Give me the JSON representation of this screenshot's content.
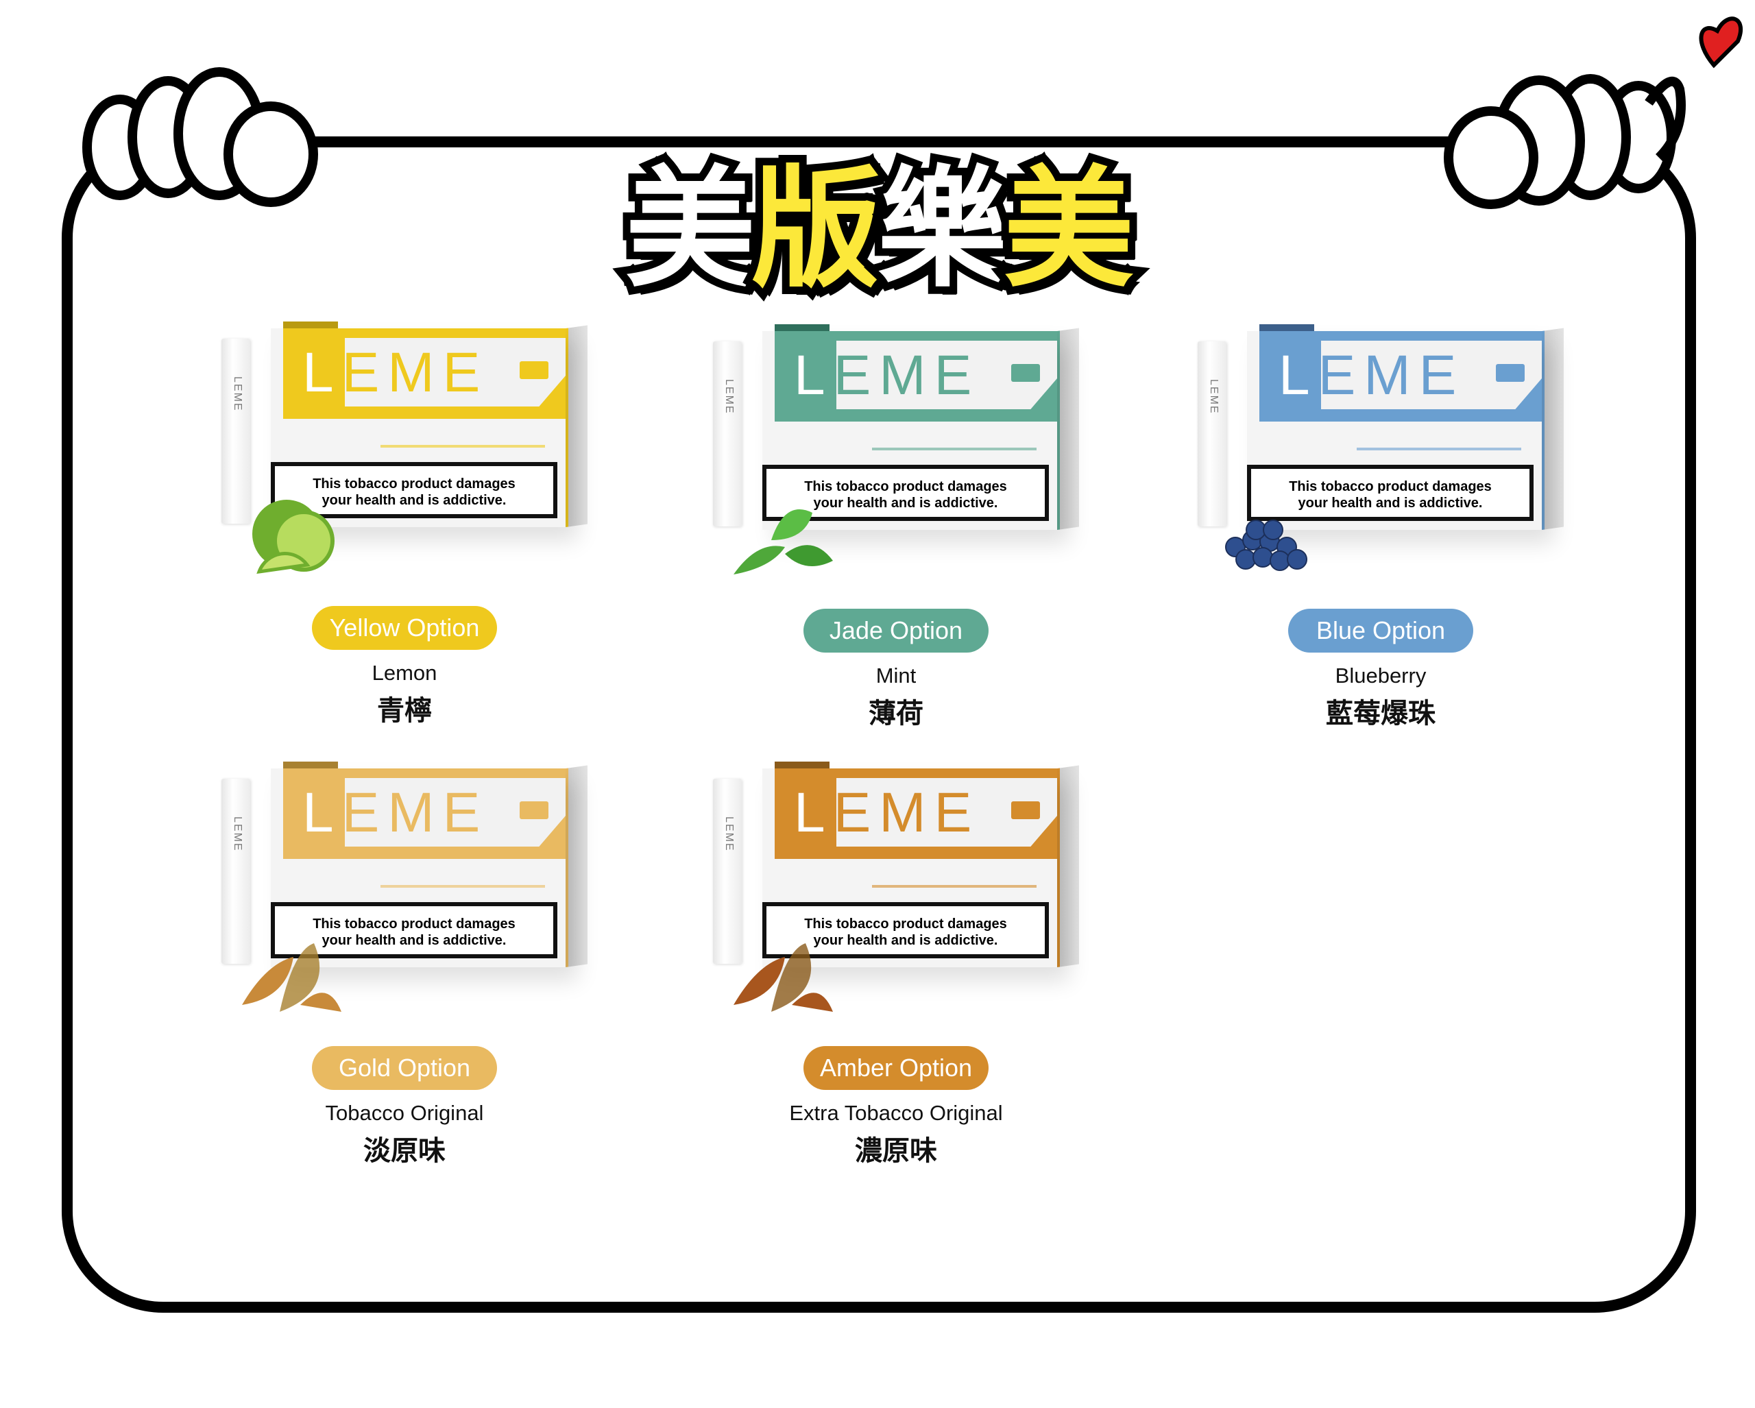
{
  "title": {
    "chars": [
      "美",
      "版",
      "樂",
      "美"
    ]
  },
  "brand": {
    "prefix": "L",
    "rest": "EME"
  },
  "stick_logo": "LEME",
  "warning": {
    "line1": "This tobacco product damages",
    "line2": "your health and is addictive."
  },
  "products": [
    {
      "option": "Yellow Option",
      "name": "Lemon",
      "name_zh": "青檸",
      "color": "#efc91e",
      "dark": "#b99a10",
      "fruit": "lime",
      "fruit_color": "#8cc43a"
    },
    {
      "option": "Jade Option",
      "name": "Mint",
      "name_zh": "薄荷",
      "color": "#5fa993",
      "dark": "#2f6f5c",
      "fruit": "mint-leaves",
      "fruit_color": "#4fa83a"
    },
    {
      "option": "Blue Option",
      "name": "Blueberry",
      "name_zh": "藍莓爆珠",
      "color": "#6a9fd0",
      "dark": "#3c5f8a",
      "fruit": "blueberries",
      "fruit_color": "#2e4f8f"
    },
    {
      "option": "Gold Option",
      "name": "Tobacco Original",
      "name_zh": "淡原味",
      "color": "#e9ba61",
      "dark": "#a88130",
      "fruit": "tobacco-leaves",
      "fruit_color": "#c88a3a"
    },
    {
      "option": "Amber Option",
      "name": "Extra Tobacco Original",
      "name_zh": "濃原味",
      "color": "#d48c2c",
      "dark": "#8a5a1a",
      "fruit": "tobacco-leaves",
      "fruit_color": "#a8561e"
    }
  ],
  "accent": {
    "heart": "#e02020",
    "title_yellow": "#fce83a"
  }
}
